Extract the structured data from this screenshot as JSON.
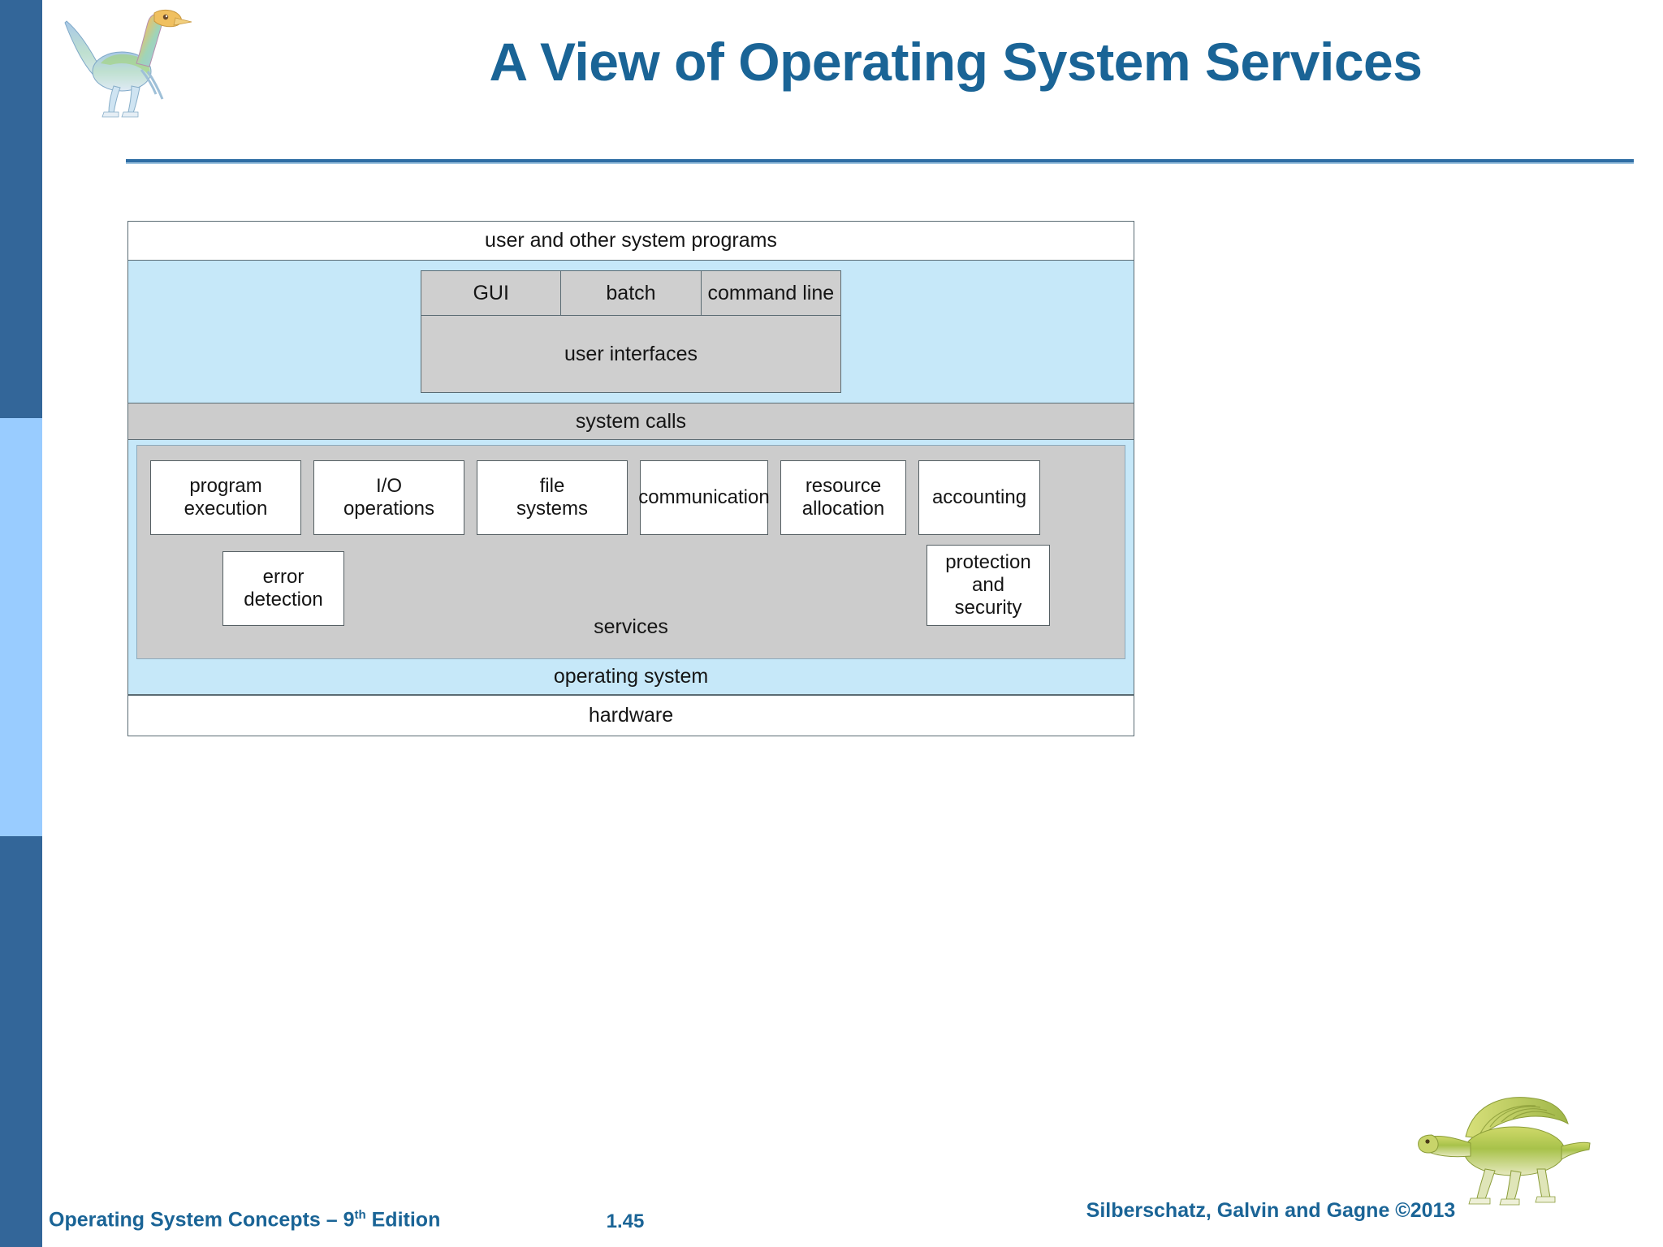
{
  "slide": {
    "title": "A View of Operating System Services",
    "logo_icon": "dinosaur-icon"
  },
  "diagram": {
    "top_band": "user and other system programs",
    "user_interface": {
      "modes": [
        "GUI",
        "batch",
        "command line"
      ],
      "caption": "user interfaces"
    },
    "system_calls_band": "system calls",
    "services": {
      "row1": [
        "program\nexecution",
        "I/O\noperations",
        "file\nsystems",
        "communication",
        "resource\nallocation",
        "accounting"
      ],
      "error_detection": "error\ndetection",
      "protection_security": "protection\nand\nsecurity",
      "label": "services"
    },
    "operating_system_band": "operating system",
    "hardware_band": "hardware"
  },
  "footer": {
    "left_prefix": "Operating System Concepts – 9",
    "left_sup": "th",
    "left_suffix": " Edition",
    "slide_number": "1.45",
    "right": "Silberschatz, Galvin and Gagne ©2013"
  },
  "colors": {
    "accent_blue": "#1a6496",
    "sidebar_dark": "#336699",
    "sidebar_light": "#99ccff",
    "band_light_blue": "#c6e8f9",
    "band_gray": "#cccccc"
  }
}
